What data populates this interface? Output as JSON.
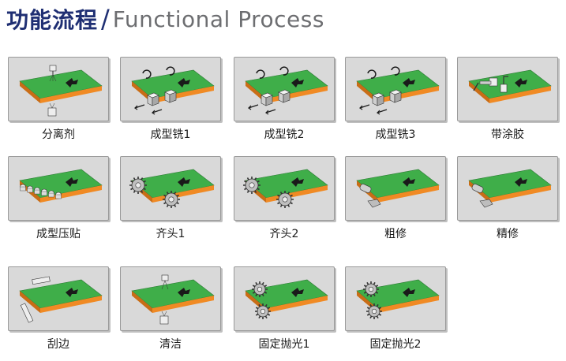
{
  "header": {
    "title_cn": "功能流程",
    "separator": "/",
    "title_en": "Functional Process"
  },
  "colors": {
    "title": "#1f2f73",
    "subtitle": "#6d6e71",
    "board_top": "#3fae49",
    "board_edge": "#f08a24",
    "card_bg": "#d9d9d9"
  },
  "steps": [
    {
      "label": "分离剂",
      "icon": "spray-icon"
    },
    {
      "label": "成型铣1",
      "icon": "milling-icon"
    },
    {
      "label": "成型铣2",
      "icon": "milling-icon"
    },
    {
      "label": "成型铣3",
      "icon": "milling-icon"
    },
    {
      "label": "带涂胶",
      "icon": "glue-icon"
    },
    {
      "label": "成型压贴",
      "icon": "rollers-icon"
    },
    {
      "label": "齐头1",
      "icon": "saw-icon"
    },
    {
      "label": "齐头2",
      "icon": "saw-icon"
    },
    {
      "label": "粗修",
      "icon": "trim-icon"
    },
    {
      "label": "精修",
      "icon": "trim-icon"
    },
    {
      "label": "刮边",
      "icon": "scraper-icon"
    },
    {
      "label": "清洁",
      "icon": "cleaning-icon"
    },
    {
      "label": "固定抛光1",
      "icon": "polish-icon"
    },
    {
      "label": "固定抛光2",
      "icon": "polish-icon"
    }
  ]
}
